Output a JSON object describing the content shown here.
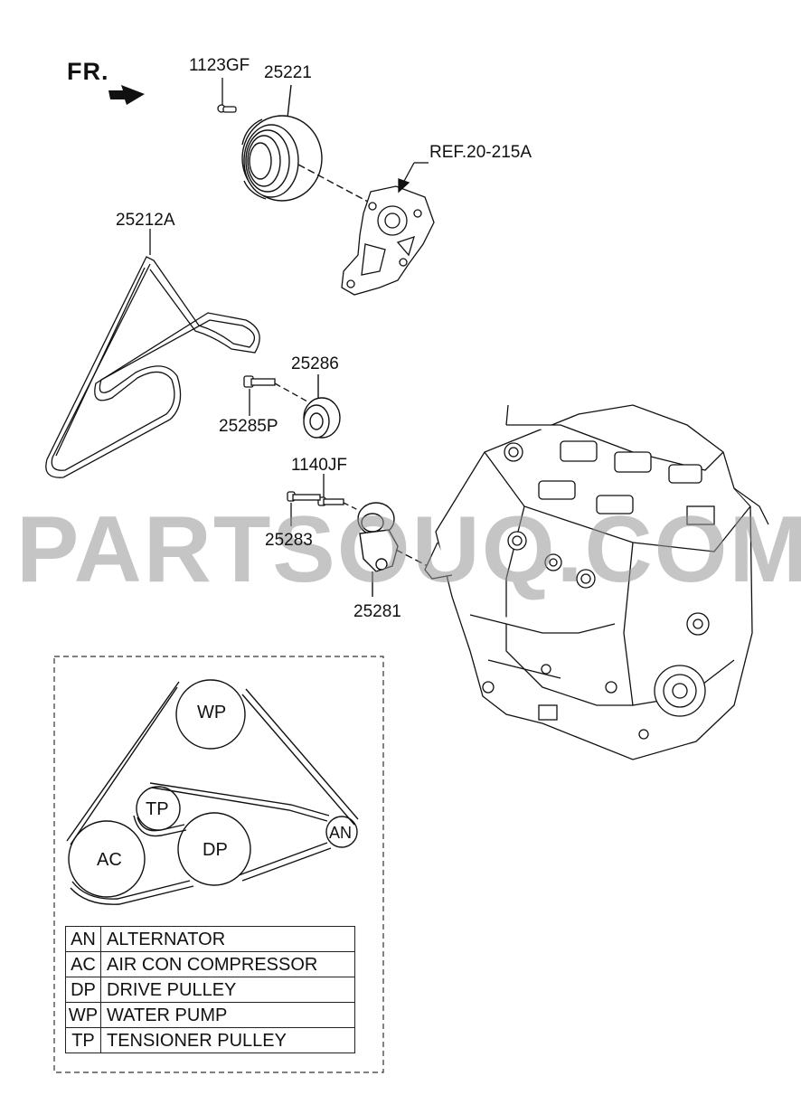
{
  "direction_label": "FR.",
  "part_numbers": {
    "bolt_pulley": "1123GF",
    "water_pump_pulley": "25221",
    "reference": "REF.20-215A",
    "belt": "25212A",
    "idler_pulley": "25286",
    "idler_bolt": "25285P",
    "tensioner_bolt_small": "1140JF",
    "tensioner_bolt": "25283",
    "tensioner": "25281"
  },
  "watermark": "PARTSOUQ.COM",
  "belt_layout": {
    "pulleys": {
      "water_pump": "WP",
      "tensioner": "TP",
      "air_con": "AC",
      "drive": "DP",
      "alternator": "AN"
    }
  },
  "legend": [
    {
      "code": "AN",
      "desc": "ALTERNATOR"
    },
    {
      "code": "AC",
      "desc": "AIR CON COMPRESSOR"
    },
    {
      "code": "DP",
      "desc": "DRIVE PULLEY"
    },
    {
      "code": "WP",
      "desc": "WATER PUMP"
    },
    {
      "code": "TP",
      "desc": "TENSIONER PULLEY"
    }
  ]
}
